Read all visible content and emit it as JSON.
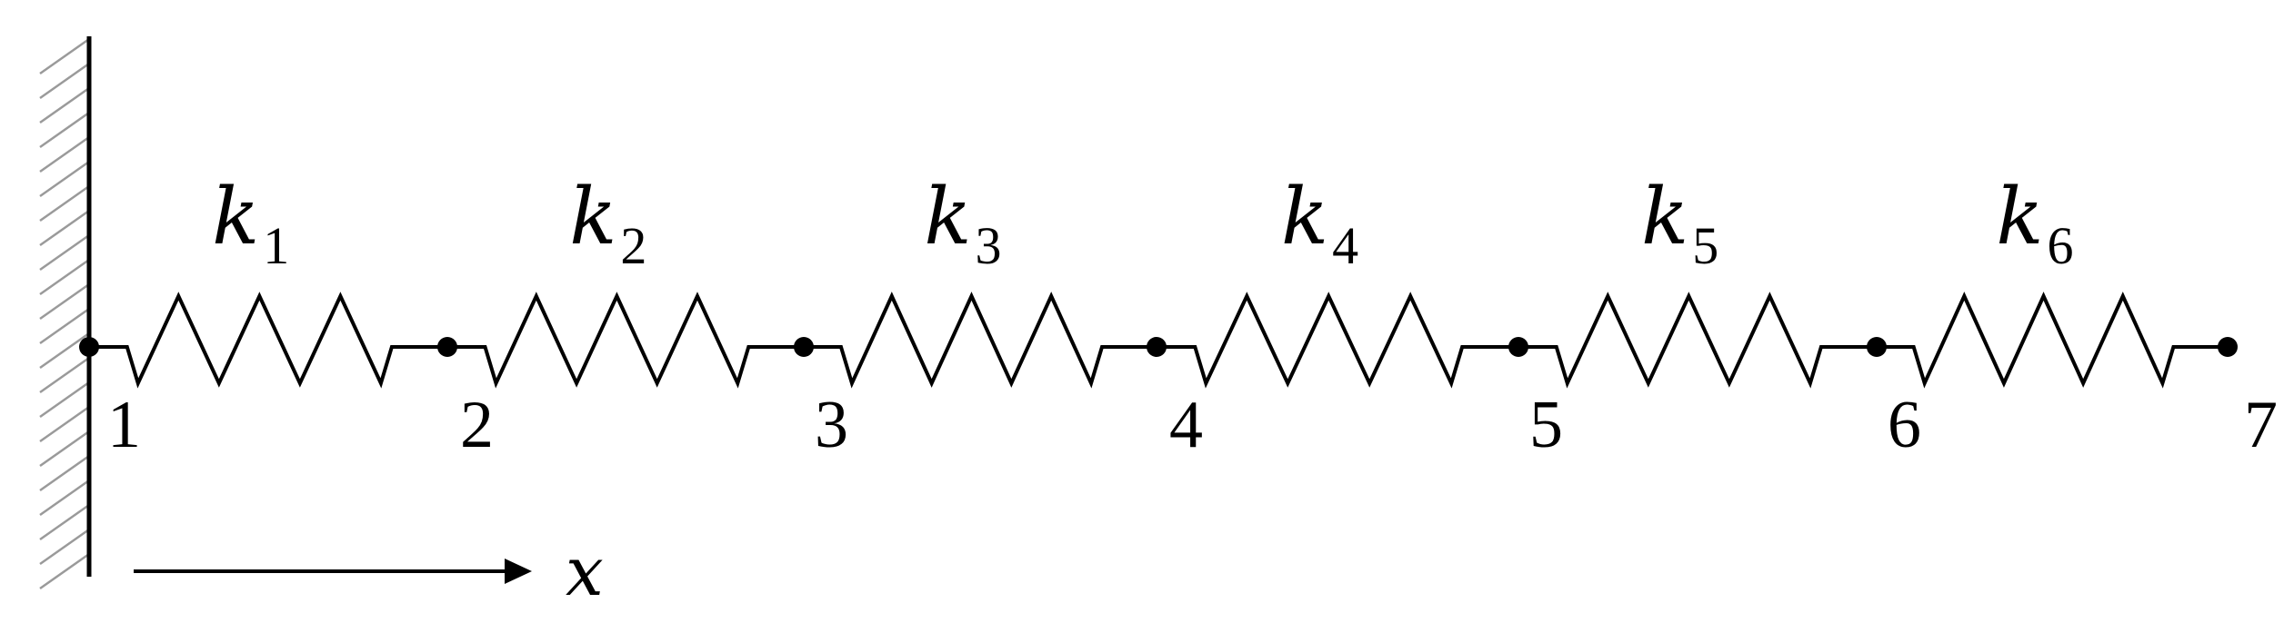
{
  "diagram": {
    "springs": [
      {
        "symbol": "k",
        "subscript": "1"
      },
      {
        "symbol": "k",
        "subscript": "2"
      },
      {
        "symbol": "k",
        "subscript": "3"
      },
      {
        "symbol": "k",
        "subscript": "4"
      },
      {
        "symbol": "k",
        "subscript": "5"
      },
      {
        "symbol": "k",
        "subscript": "6"
      }
    ],
    "nodes": [
      "1",
      "2",
      "3",
      "4",
      "5",
      "6",
      "7"
    ],
    "axis": {
      "label": "x"
    },
    "colors": {
      "line": "#000000",
      "hatch": "#9a9a9a"
    }
  }
}
